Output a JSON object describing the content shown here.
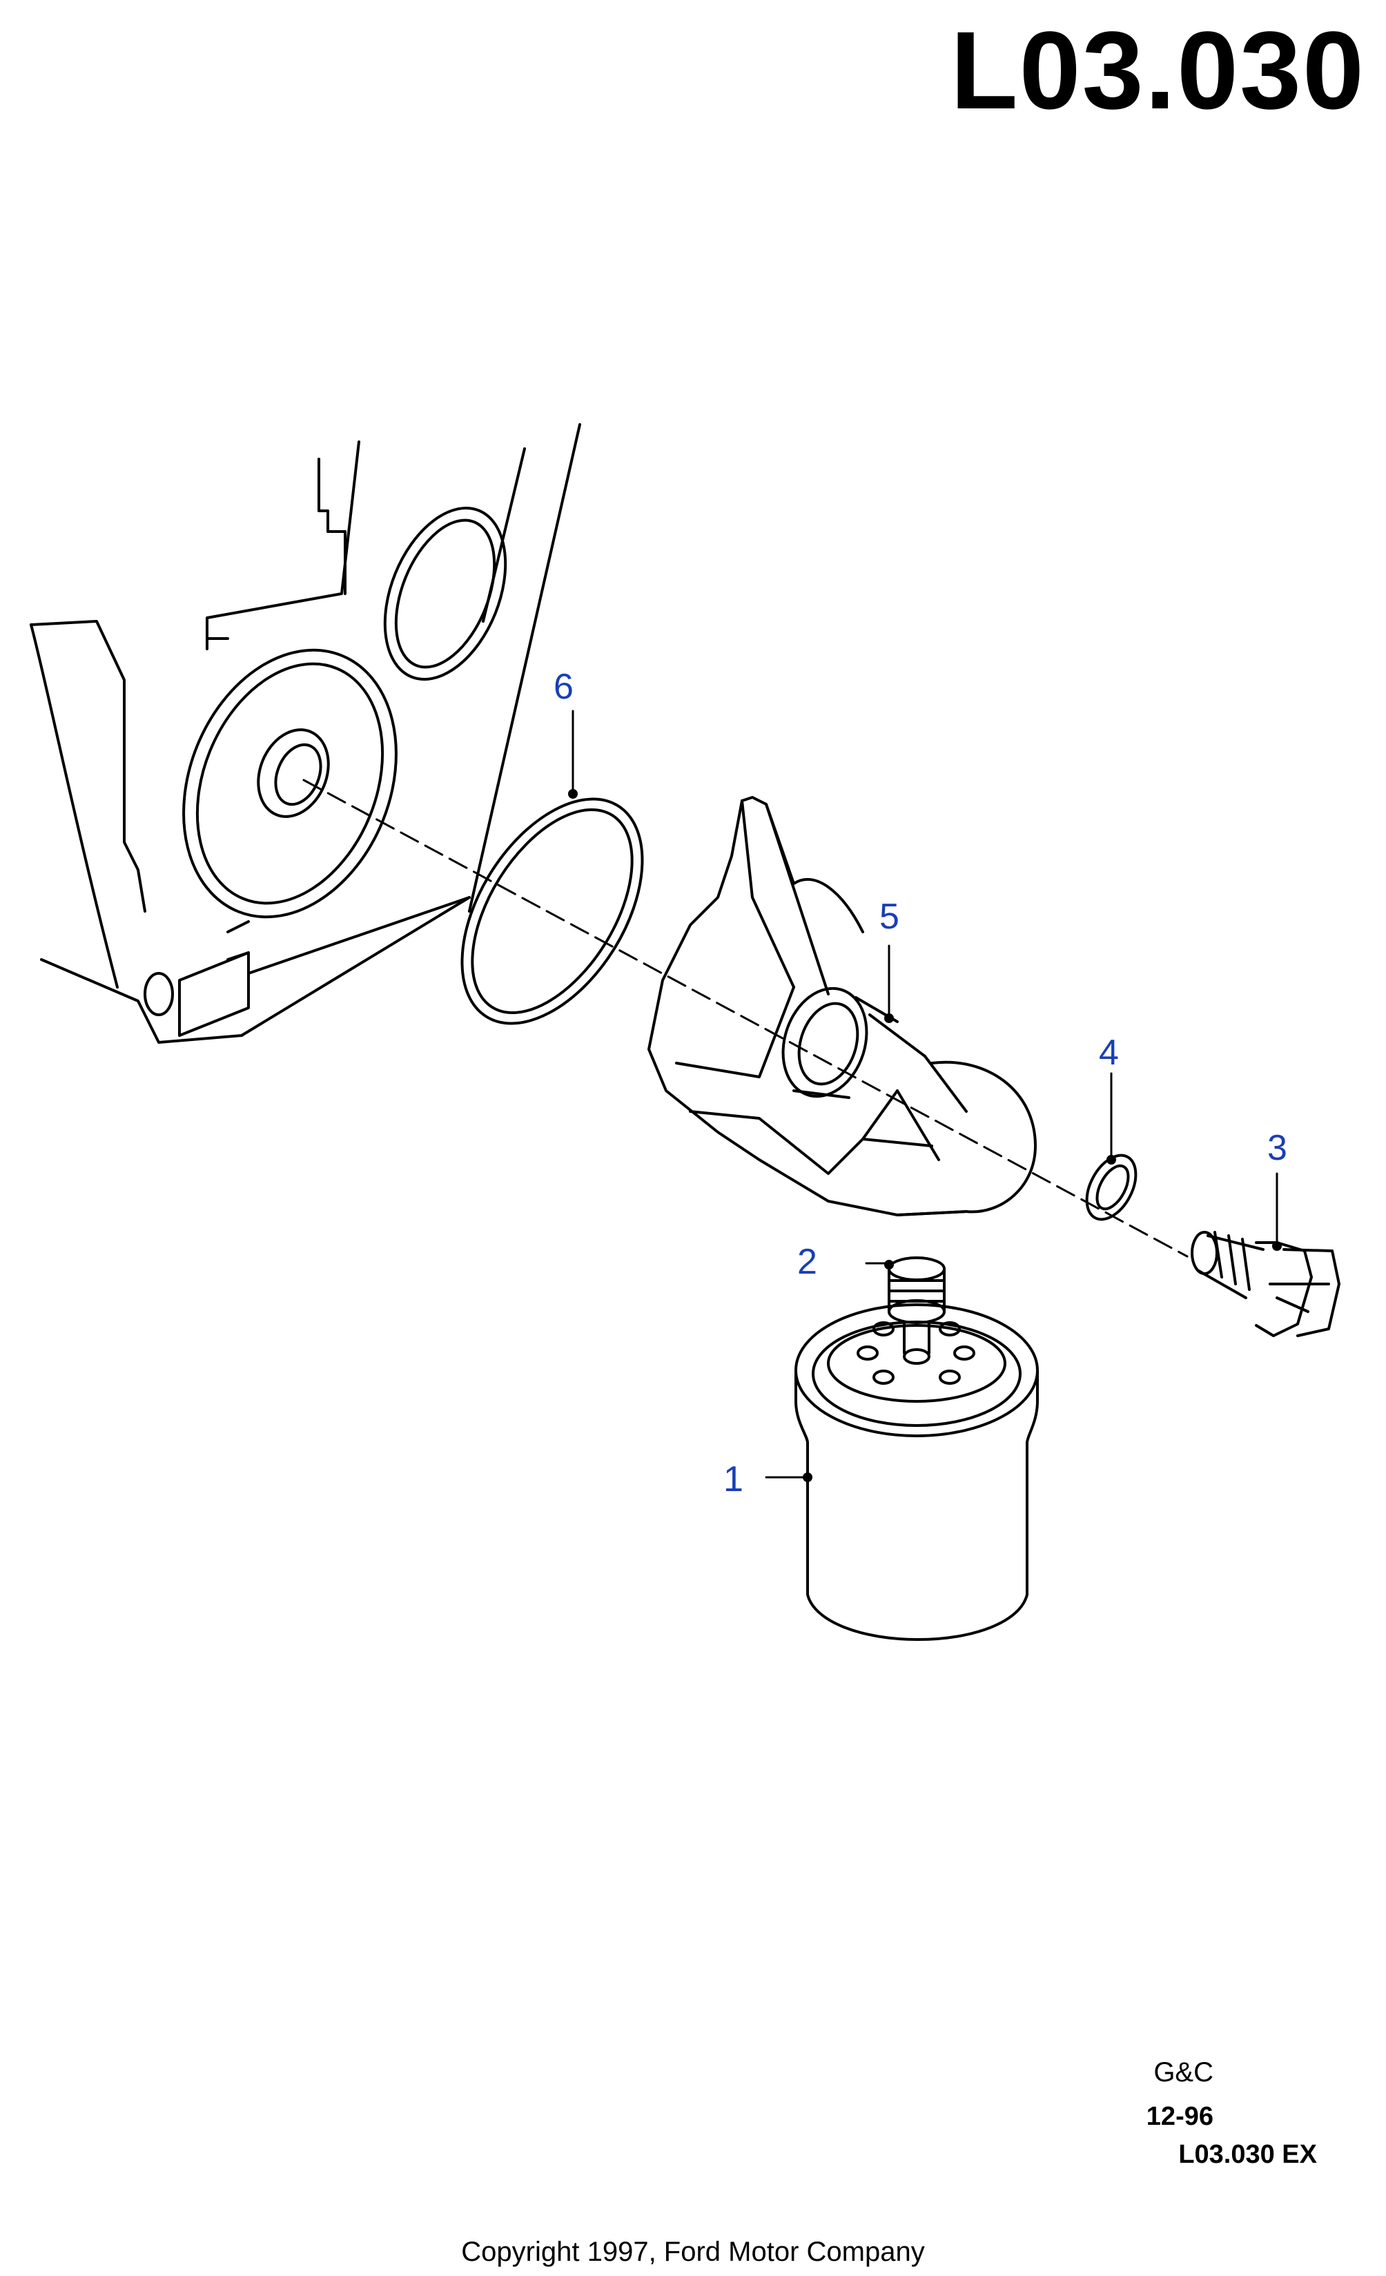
{
  "page": {
    "title": "L03.030",
    "stamp": {
      "maker": "G&C",
      "date": "12-96",
      "code": "L03.030 EX"
    },
    "copyright": "Copyright 1997, Ford Motor Company"
  },
  "callouts": {
    "c1": "1",
    "c2": "2",
    "c3": "3",
    "c4": "4",
    "c5": "5",
    "c6": "6"
  },
  "colors": {
    "line": "#000000",
    "callout_text": "#1a3fb5",
    "background": "#ffffff"
  }
}
